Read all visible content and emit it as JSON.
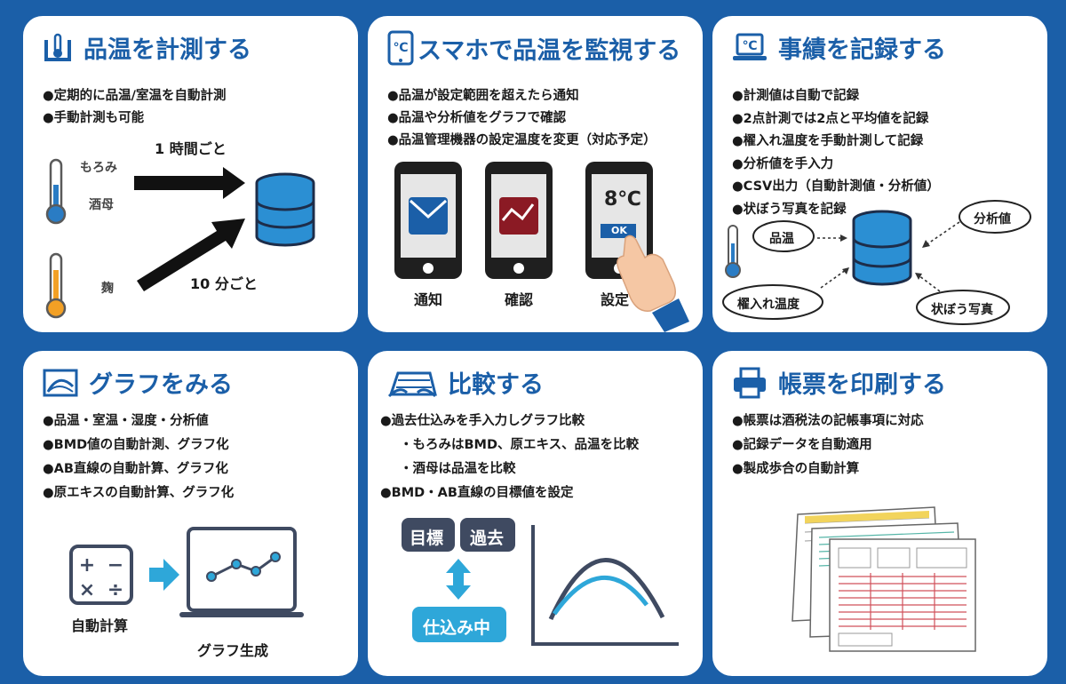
{
  "panels": {
    "measure": {
      "title": "品温を計測する",
      "bullets": [
        "●定期的に品温/室温を自動計測",
        "●手動計測も可能"
      ],
      "hourly": "1 時間ごと",
      "tenmin": "10 分ごと",
      "label_moromi": "もろみ",
      "label_shubo": "酒母",
      "label_koji": "麹"
    },
    "monitor": {
      "title": "スマホで品温を監視する",
      "bullets": [
        "●品温が設定範囲を超えたら通知",
        "●品温や分析値をグラフで確認",
        "●品温管理機器の設定温度を変更（対応予定）"
      ],
      "phone_labels": [
        "通知",
        "確認",
        "設定"
      ],
      "temp": "8℃",
      "ok": "OK"
    },
    "record": {
      "title": "事績を記録する",
      "bullets": [
        "●計測値は自動で記録",
        "●2点計測では2点と平均値を記録",
        "●櫂入れ温度を手動計測して記録",
        "●分析値を手入力",
        "●CSV出力（自動計測値・分析値）",
        "●状ぼう写真を記録"
      ],
      "bubbles": {
        "hinon": "品温",
        "bunseki": "分析値",
        "kaiire": "櫂入れ温度",
        "jobo": "状ぼう写真"
      }
    },
    "graph": {
      "title": "グラフをみる",
      "bullets": [
        "●品温・室温・湿度・分析値",
        "●BMD値の自動計測、グラフ化",
        "●AB直線の自動計算、グラフ化",
        "●原エキスの自動計算、グラフ化"
      ],
      "label_calc": "自動計算",
      "label_graph": "グラフ生成"
    },
    "compare": {
      "title": "比較する",
      "bullets": [
        "●過去仕込みを手入力しグラフ比較",
        "・もろみはBMD、原エキス、品温を比較",
        "・酒母は品温を比較",
        "●BMD・AB直線の目標値を設定"
      ],
      "tag_target": "目標",
      "tag_past": "過去",
      "tag_current": "仕込み中"
    },
    "print": {
      "title": "帳票を印刷する",
      "bullets": [
        "●帳票は酒税法の記帳事項に対応",
        "●記録データを自動適用",
        "●製成歩合の自動計算"
      ]
    }
  },
  "colors": {
    "brand": "#1b5fa8",
    "accent": "#2ea7d9",
    "navy": "#3f4a61",
    "dark": "#1a1a1a"
  }
}
